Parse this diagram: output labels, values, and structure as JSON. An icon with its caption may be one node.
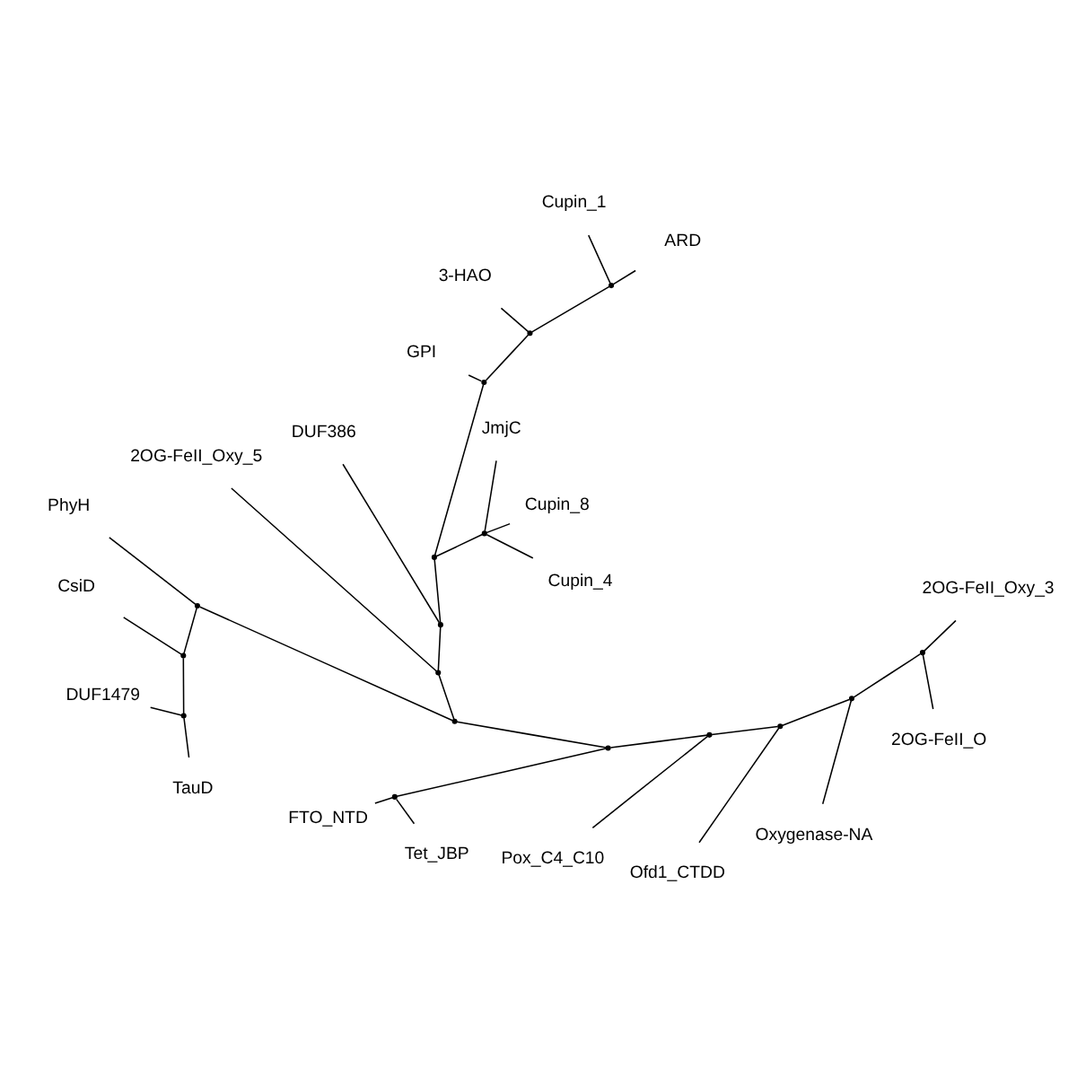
{
  "diagram": {
    "nodes": [
      {
        "text": [],
        "shape": "point"
      },
      {
        "text": [
          "Cupin_4"
        ]
      },
      {
        "text": [
          "Cupin_8"
        ]
      },
      {
        "text": [
          "JmjC"
        ]
      },
      {
        "text": [],
        "shape": "point"
      },
      {
        "text": [],
        "shape": "point"
      },
      {
        "text": [],
        "shape": "point"
      },
      {
        "text": [],
        "shape": "point"
      },
      {
        "text": [
          "ARD"
        ]
      },
      {
        "text": [
          "Cupin_1"
        ]
      },
      {
        "text": [
          "3-HAO"
        ]
      },
      {
        "text": [
          "GPI"
        ]
      },
      {
        "text": [],
        "shape": "point"
      },
      {
        "text": [
          "DUF386"
        ]
      },
      {
        "text": [],
        "shape": "point"
      },
      {
        "text": [
          "2OG-FeII_Oxy_5"
        ]
      },
      {
        "text": [],
        "shape": "point"
      },
      {
        "text": [],
        "shape": "point"
      },
      {
        "text": [
          "PhyH"
        ]
      },
      {
        "text": [],
        "shape": "point"
      },
      {
        "text": [
          "CsiD"
        ]
      },
      {
        "text": [],
        "shape": "point"
      },
      {
        "text": [
          "DUF1479"
        ]
      },
      {
        "text": [
          "TauD"
        ]
      },
      {
        "text": [],
        "shape": "point"
      },
      {
        "text": [],
        "shape": "point"
      },
      {
        "text": [
          "FTO_NTD"
        ]
      },
      {
        "text": [
          "Tet_JBP"
        ]
      },
      {
        "text": [],
        "shape": "point"
      },
      {
        "text": [
          "Pox_C4_C10"
        ]
      },
      {
        "text": [],
        "shape": "point"
      },
      {
        "text": [
          "Ofd1_CTDD"
        ]
      },
      {
        "text": [],
        "shape": "point"
      },
      {
        "text": [
          "Oxygenase-NA"
        ]
      },
      {
        "text": [],
        "shape": "point"
      },
      {
        "text": [
          "2OG-FeII_O"
        ]
      },
      {
        "text": [
          "2OG-FeII_Oxy_3"
        ]
      }
    ],
    "edges": [
      {
        "from": 0,
        "to": 1,
        "arrow": "none"
      },
      {
        "from": 0,
        "to": 2,
        "arrow": "none"
      },
      {
        "from": 0,
        "to": 3,
        "arrow": "none"
      },
      {
        "from": 0,
        "to": 4,
        "arrow": "none"
      },
      {
        "from": 4,
        "to": 5,
        "arrow": "none"
      },
      {
        "from": 5,
        "to": 6,
        "arrow": "none"
      },
      {
        "from": 6,
        "to": 7,
        "arrow": "none"
      },
      {
        "from": 7,
        "to": 8,
        "arrow": "none"
      },
      {
        "from": 7,
        "to": 9,
        "arrow": "none"
      },
      {
        "from": 6,
        "to": 10,
        "arrow": "none"
      },
      {
        "from": 5,
        "to": 11,
        "arrow": "none"
      },
      {
        "from": 4,
        "to": 12,
        "arrow": "none"
      },
      {
        "from": 12,
        "to": 13,
        "arrow": "none"
      },
      {
        "from": 12,
        "to": 14,
        "arrow": "none"
      },
      {
        "from": 14,
        "to": 15,
        "arrow": "none"
      },
      {
        "from": 14,
        "to": 16,
        "arrow": "none"
      },
      {
        "from": 16,
        "to": 17,
        "arrow": "none"
      },
      {
        "from": 17,
        "to": 18,
        "arrow": "none"
      },
      {
        "from": 17,
        "to": 19,
        "arrow": "none"
      },
      {
        "from": 19,
        "to": 20,
        "arrow": "none"
      },
      {
        "from": 19,
        "to": 21,
        "arrow": "none"
      },
      {
        "from": 21,
        "to": 22,
        "arrow": "none"
      },
      {
        "from": 21,
        "to": 23,
        "arrow": "none"
      },
      {
        "from": 16,
        "to": 24,
        "arrow": "none"
      },
      {
        "from": 24,
        "to": 25,
        "arrow": "none"
      },
      {
        "from": 25,
        "to": 26,
        "arrow": "none"
      },
      {
        "from": 25,
        "to": 27,
        "arrow": "none"
      },
      {
        "from": 24,
        "to": 28,
        "arrow": "none"
      },
      {
        "from": 28,
        "to": 29,
        "arrow": "none"
      },
      {
        "from": 28,
        "to": 30,
        "arrow": "none"
      },
      {
        "from": 30,
        "to": 31,
        "arrow": "none"
      },
      {
        "from": 30,
        "to": 32,
        "arrow": "none"
      },
      {
        "from": 32,
        "to": 33,
        "arrow": "none"
      },
      {
        "from": 32,
        "to": 34,
        "arrow": "none"
      },
      {
        "from": 34,
        "to": 35,
        "arrow": "none"
      },
      {
        "from": 34,
        "to": 36,
        "arrow": "none"
      }
    ]
  }
}
